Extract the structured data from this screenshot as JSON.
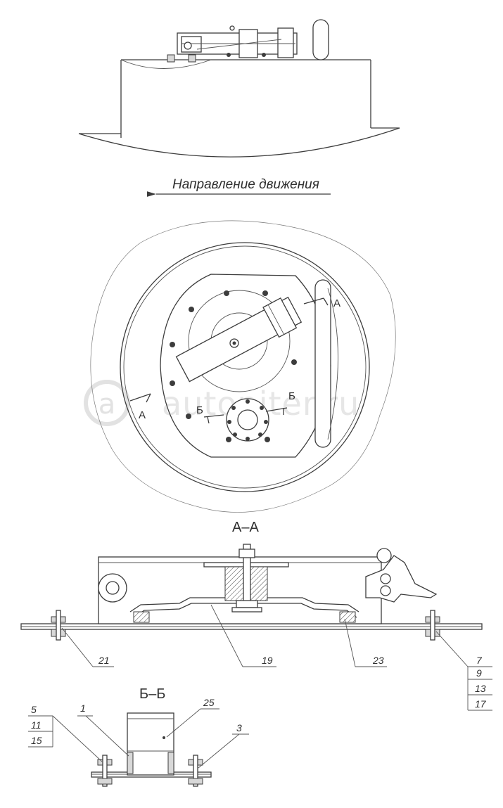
{
  "direction_label": "Направление движения",
  "section_marks": {
    "a": "А",
    "b": "Б"
  },
  "section_titles": {
    "aa": "А–А",
    "bb": "Б–Б"
  },
  "watermark": "autopiter.ru",
  "callouts": {
    "aa": {
      "left": "21",
      "mid": "19",
      "right": "23",
      "stack": [
        "7",
        "9",
        "13",
        "17"
      ]
    },
    "bb": {
      "stack": [
        "5",
        "11",
        "15"
      ],
      "p1": "1",
      "p25": "25",
      "p3": "3"
    }
  }
}
